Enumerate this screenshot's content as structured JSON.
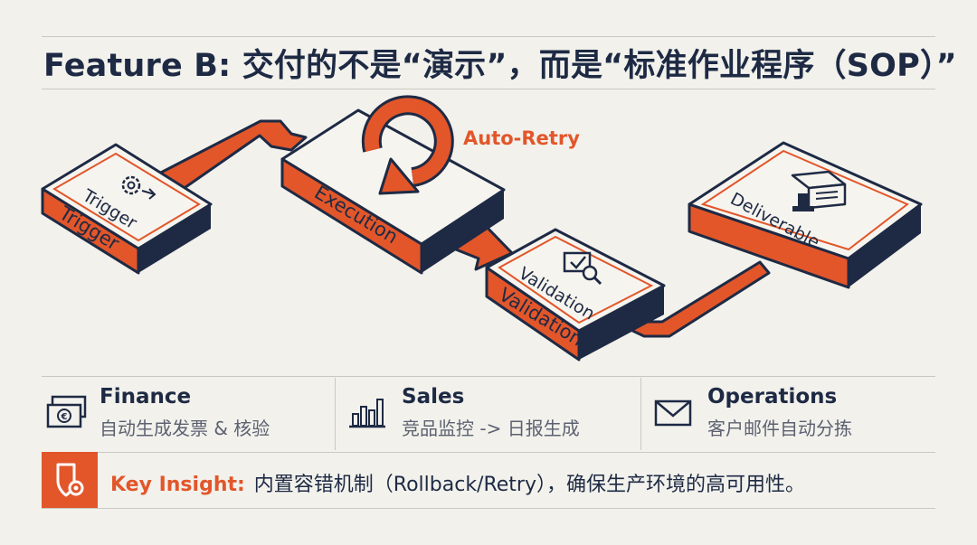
{
  "title": "Feature B: 交付的不是“演示”，而是“标准作业程序（SOP）”",
  "colors": {
    "accent": "#e2562a",
    "navy": "#1e2a44",
    "background": "#f2f1ec",
    "box_top": "#f6f4ee",
    "muted": "#5c6170"
  },
  "flow": {
    "steps": [
      {
        "id": "trigger",
        "top_label": "Trigger",
        "front_label": "Trigger",
        "icon": "gear-arrow-icon"
      },
      {
        "id": "execution",
        "front_label": "Execution",
        "icon": "circular-arrow-icon"
      },
      {
        "id": "validation",
        "top_label": "Validation",
        "front_label": "Validation",
        "icon": "check-magnifier-icon"
      },
      {
        "id": "deliverable",
        "top_label": "Deliverable",
        "icon": "document-stamp-icon"
      }
    ],
    "retry_label": "Auto-Retry"
  },
  "categories": [
    {
      "name": "Finance",
      "desc": "自动生成发票 & 核验",
      "icon": "banknotes-icon"
    },
    {
      "name": "Sales",
      "desc": "竞品监控 -> 日报生成",
      "icon": "bar-chart-icon"
    },
    {
      "name": "Operations",
      "desc": "客户邮件自动分拣",
      "icon": "envelope-icon"
    }
  ],
  "insight": {
    "label": "Key Insight:",
    "text": "内置容错机制（Rollback/Retry），确保生产环境的高可用性。",
    "icon": "shield-gear-icon"
  }
}
